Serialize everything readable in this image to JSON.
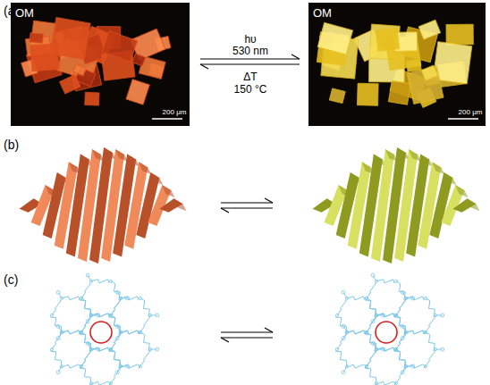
{
  "diagram": {
    "labels": [
      "(a)",
      "OM",
      "200 μm",
      "hυ",
      "530 nm",
      "ΔT",
      "150 °C",
      "OM",
      "200 μm",
      "(b)",
      "(c)"
    ]
  }
}
